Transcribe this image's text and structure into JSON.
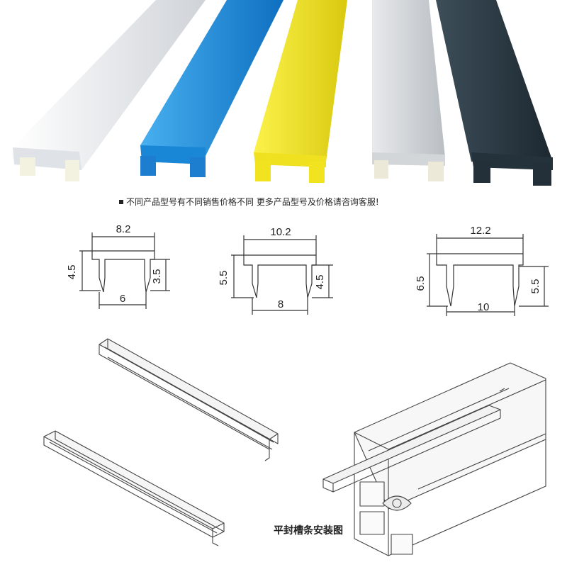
{
  "product_photo": {
    "strip_colors": [
      "#e9ecef",
      "#1f8fde",
      "#f2e320",
      "#d6d9dc",
      "#2b3a44"
    ]
  },
  "notice": {
    "text": "不同产品型号有不同销售价格不同  更多产品型号及价格请咨询客服!"
  },
  "dimensions": [
    {
      "top_width": "8.2",
      "inner_width": "6",
      "left_height": "4.5",
      "right_height": "3.5"
    },
    {
      "top_width": "10.2",
      "inner_width": "8",
      "left_height": "5.5",
      "right_height": "4.5"
    },
    {
      "top_width": "12.2",
      "inner_width": "10",
      "left_height": "6.5",
      "right_height": "5.5"
    }
  ],
  "install": {
    "caption": "平封槽条安装图"
  }
}
